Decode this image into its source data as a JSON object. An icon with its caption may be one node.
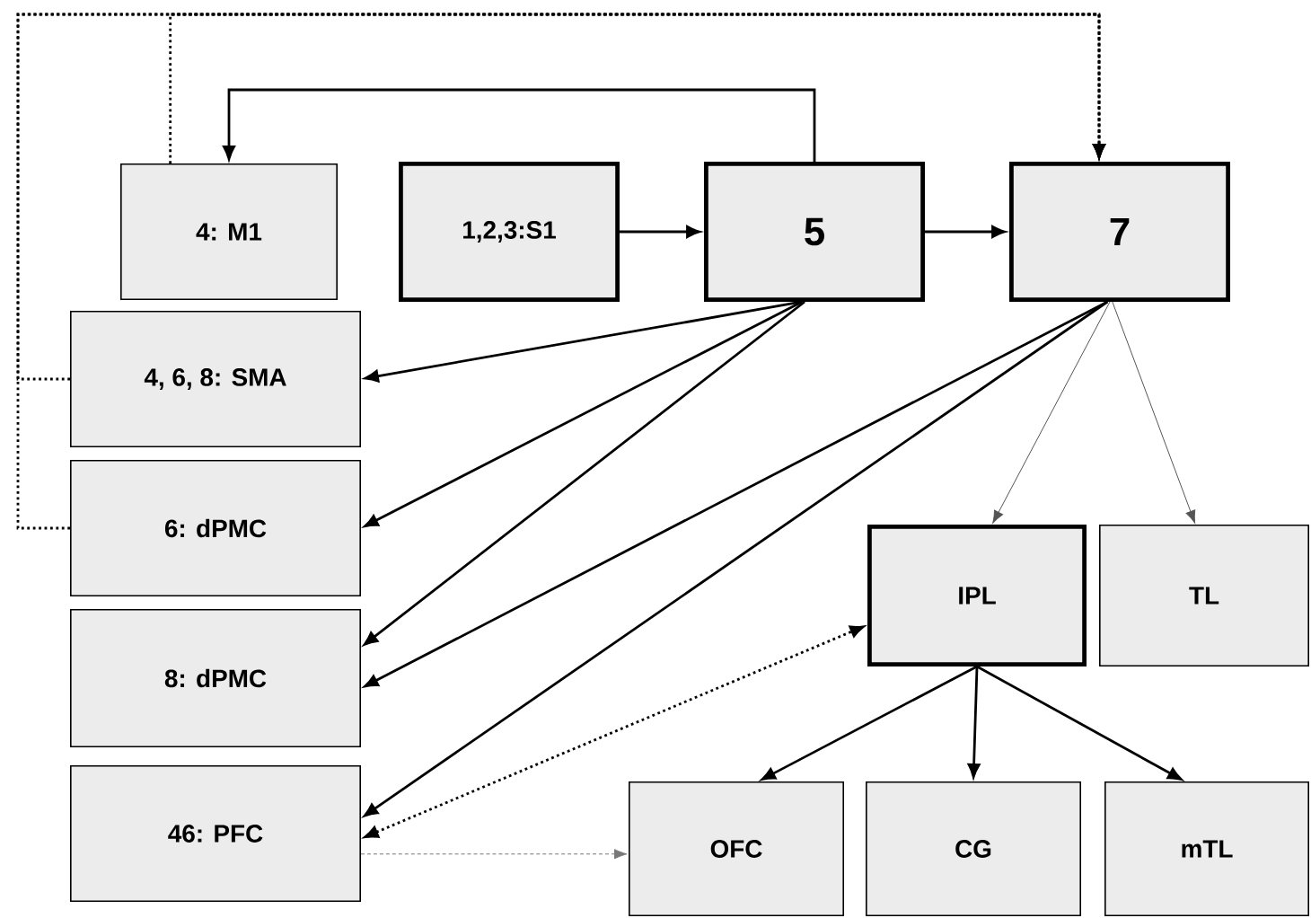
{
  "diagram": {
    "nodes": [
      {
        "text": [
          "4: M1"
        ]
      },
      {
        "text": [
          "1,2,3:S1"
        ]
      },
      {
        "text": [
          "5"
        ]
      },
      {
        "text": [
          "7"
        ]
      },
      {
        "text": [
          "4, 6, 8: SMA"
        ]
      },
      {
        "text": [
          "6: dPMC"
        ]
      },
      {
        "text": [
          "8: dPMC"
        ]
      },
      {
        "text": [
          "46: PFC"
        ]
      },
      {
        "text": [
          "IPL"
        ]
      },
      {
        "text": [
          "TL"
        ]
      },
      {
        "text": [
          "OFC"
        ]
      },
      {
        "text": [
          "CG"
        ]
      },
      {
        "text": [
          "mTL"
        ]
      }
    ],
    "edges": [
      {
        "from": 1,
        "to": 2,
        "arrow": "to"
      },
      {
        "from": 2,
        "to": 3,
        "arrow": "to"
      },
      {
        "from": 2,
        "to": 0,
        "arrow": "to"
      },
      {
        "from": 2,
        "to": 4,
        "arrow": "to"
      },
      {
        "from": 2,
        "to": 5,
        "arrow": "to"
      },
      {
        "from": 2,
        "to": 6,
        "arrow": "to"
      },
      {
        "from": 3,
        "to": 6,
        "arrow": "to"
      },
      {
        "from": 3,
        "to": 7,
        "arrow": "to"
      },
      {
        "from": 3,
        "to": 8,
        "arrow": "to",
        "color": "#555555"
      },
      {
        "from": 3,
        "to": 9,
        "arrow": "to",
        "color": "#555555"
      },
      {
        "from": 8,
        "to": 10,
        "arrow": "to"
      },
      {
        "from": 8,
        "to": 11,
        "arrow": "to"
      },
      {
        "from": 8,
        "to": 12,
        "arrow": "to"
      },
      {
        "from": 7,
        "to": 8,
        "arrow": "both",
        "style": "dashed"
      },
      {
        "from": 7,
        "to": 10,
        "arrow": "to",
        "style": "dashed",
        "color": "#777777"
      },
      {
        "from": 0,
        "to": 3,
        "arrow": "to",
        "style": "dashed"
      },
      {
        "from": 4,
        "to": 3,
        "arrow": "to",
        "style": "dashed"
      },
      {
        "from": 5,
        "to": 3,
        "arrow": "to",
        "style": "dashed"
      }
    ]
  }
}
